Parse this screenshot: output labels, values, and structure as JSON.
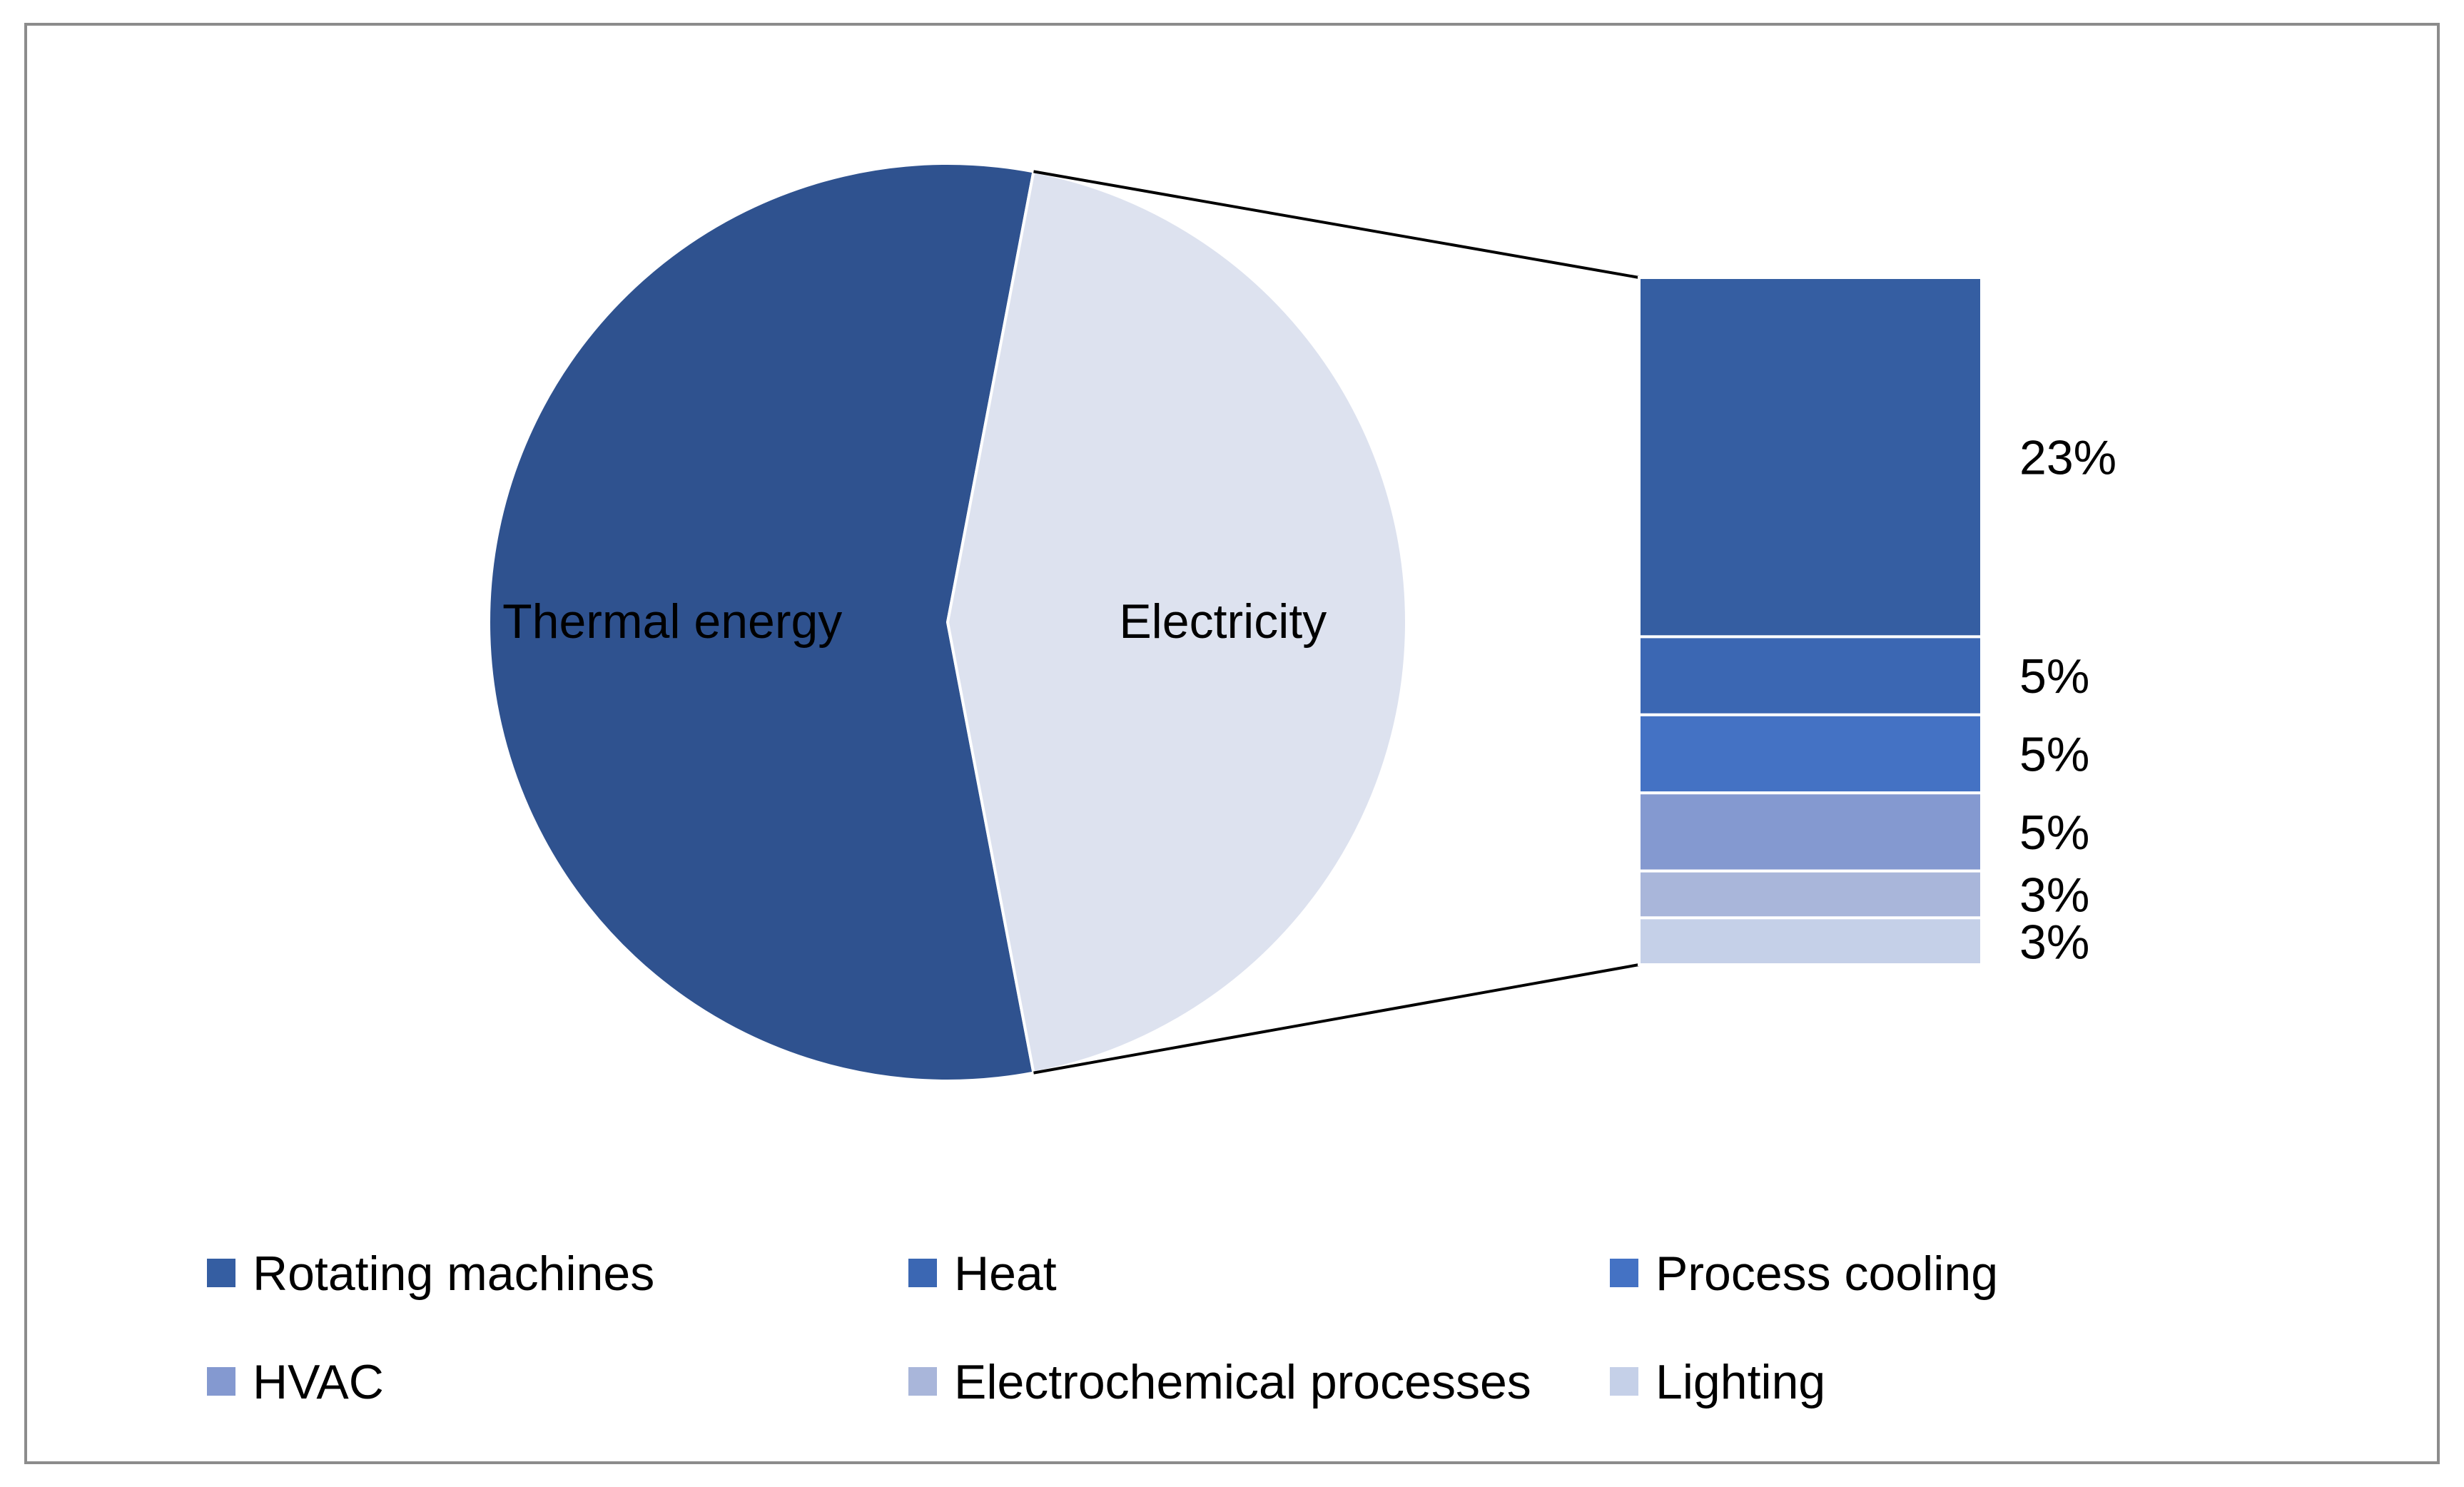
{
  "chart_data": {
    "type": "pie",
    "subtype": "bar-of-pie",
    "title": "",
    "pie": {
      "slices": [
        {
          "label": "Thermal energy",
          "value": 56,
          "color": "#2f528f"
        },
        {
          "label": "Electricity",
          "value": 44,
          "color": "#dde2ef"
        }
      ]
    },
    "bar": {
      "parent": "Electricity",
      "segments": [
        {
          "label": "Rotating machines",
          "value": 23,
          "display": "23%",
          "color": "#355ea2"
        },
        {
          "label": "Heat",
          "value": 5,
          "display": "5%",
          "color": "#3b67b3"
        },
        {
          "label": "Process cooling",
          "value": 5,
          "display": "5%",
          "color": "#4472c4"
        },
        {
          "label": "HVAC",
          "value": 5,
          "display": "5%",
          "color": "#8499d0"
        },
        {
          "label": "Electrochemical processes",
          "value": 3,
          "display": "3%",
          "color": "#a9b6da"
        },
        {
          "label": "Lighting",
          "value": 3,
          "display": "3%",
          "color": "#c5d0e8"
        }
      ]
    },
    "legend": {
      "placement": "bottom",
      "items": [
        "Rotating machines",
        "Heat",
        "Process cooling",
        "HVAC",
        "Electrochemical processes",
        "Lighting"
      ]
    },
    "connector_color": "#000000"
  }
}
